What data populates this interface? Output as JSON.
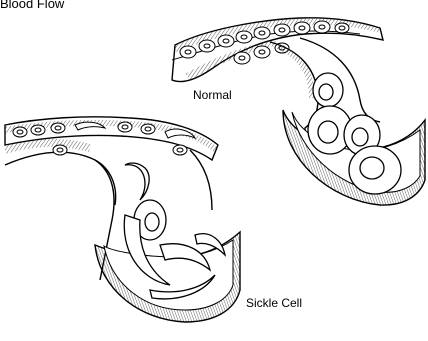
{
  "figure": {
    "title": "Blood Flow",
    "labels": {
      "normal": "Normal",
      "sickle": "Sickle  Cell"
    },
    "panels": [
      {
        "id": "normal",
        "cell_shape": "round",
        "cell_count_shown": 4
      },
      {
        "id": "sickle",
        "cell_shape": "sickle",
        "cell_count_shown": 4
      }
    ],
    "colors": {
      "ink": "#000000",
      "vessel_fill": "#ffffff",
      "hatch": "#333333"
    }
  }
}
